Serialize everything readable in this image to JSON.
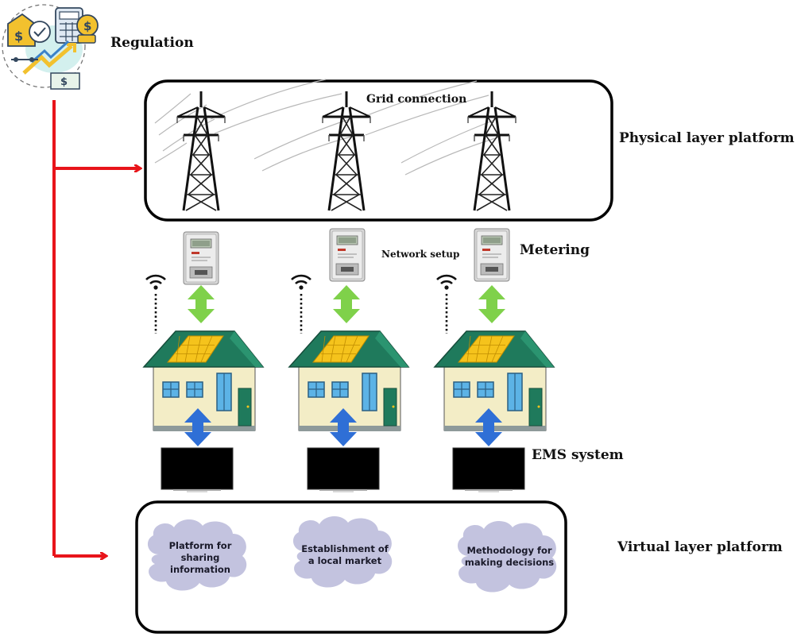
{
  "labels": {
    "regulation": "Regulation",
    "grid_connection": "Grid connection",
    "physical_layer": "Physical layer platform",
    "network_setup": "Network setup",
    "metering": "Metering",
    "ems_system": "EMS system",
    "virtual_layer": "Virtual layer platform"
  },
  "clouds": [
    {
      "text": "Platform for\nsharing\ninformation"
    },
    {
      "text": "Establishment of\na local market"
    },
    {
      "text": "Methodology for\nmaking decisions"
    }
  ],
  "colors": {
    "regulation_arrow": "#e8141a",
    "metering_arrow": "#7fd14a",
    "ems_arrow": "#2f6fd6",
    "roof": "#1f7a5c",
    "house_wall": "#f3edc6",
    "solar_panel": "#f5c31c",
    "cloud": "#c3c3df",
    "frame": "#000000"
  },
  "icons": [
    "regulation-icon",
    "transmission-tower-icon",
    "smart-meter-icon",
    "wifi-icon",
    "house-icon",
    "solar-panel-icon",
    "monitor-icon",
    "cloud-icon"
  ]
}
